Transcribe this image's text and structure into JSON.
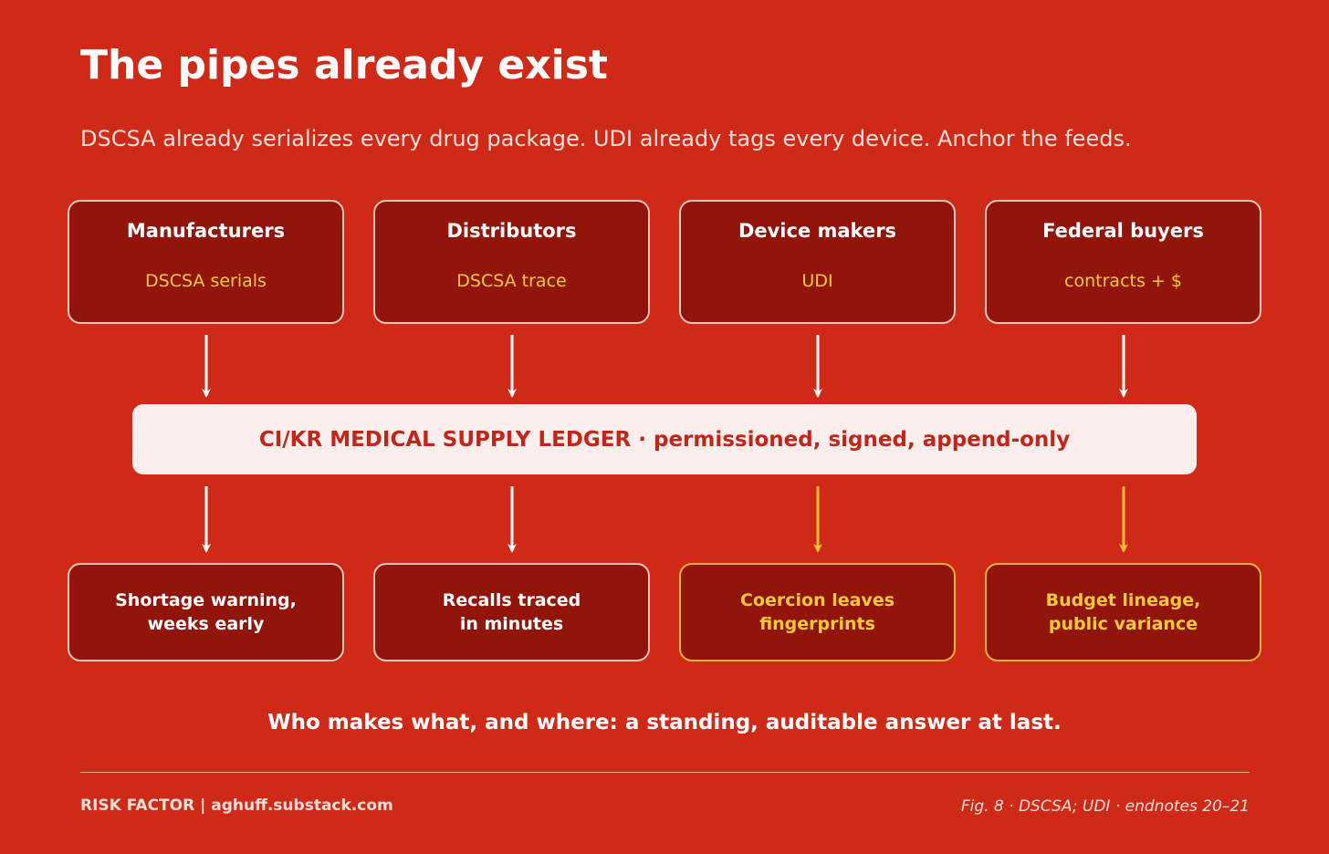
{
  "title": "The pipes already exist",
  "subtitle": "DSCSA already serializes every drug package. UDI already tags every device. Anchor the feeds.",
  "sources": [
    {
      "name": "Manufacturers",
      "feed": "DSCSA serials"
    },
    {
      "name": "Distributors",
      "feed": "DSCSA trace"
    },
    {
      "name": "Device makers",
      "feed": "UDI"
    },
    {
      "name": "Federal buyers",
      "feed": "contracts + $"
    }
  ],
  "ledger": {
    "label": "CI/KR MEDICAL SUPPLY LEDGER  ·  permissioned, signed, append-only"
  },
  "outcomes": [
    {
      "text": "Shortage warning,\nweeks early",
      "highlight": false
    },
    {
      "text": "Recalls traced\nin minutes",
      "highlight": false
    },
    {
      "text": "Coercion leaves\nfingerprints",
      "highlight": true
    },
    {
      "text": "Budget lineage,\npublic variance",
      "highlight": true
    }
  ],
  "tagline": "Who makes what, and where: a standing, auditable answer at last.",
  "footer": {
    "left": "RISK FACTOR  |  aghuff.substack.com",
    "right": "Fig. 8  ·  DSCSA; UDI  ·  endnotes 20–21"
  },
  "colors": {
    "background": "#cf2a17",
    "box_fill": "#92150b",
    "ledger_fill": "#fbeeec",
    "ledger_text": "#c0261a",
    "accent": "#ffc93c",
    "arrow_white": "#ffffff",
    "arrow_gold": "#f6c12e"
  }
}
